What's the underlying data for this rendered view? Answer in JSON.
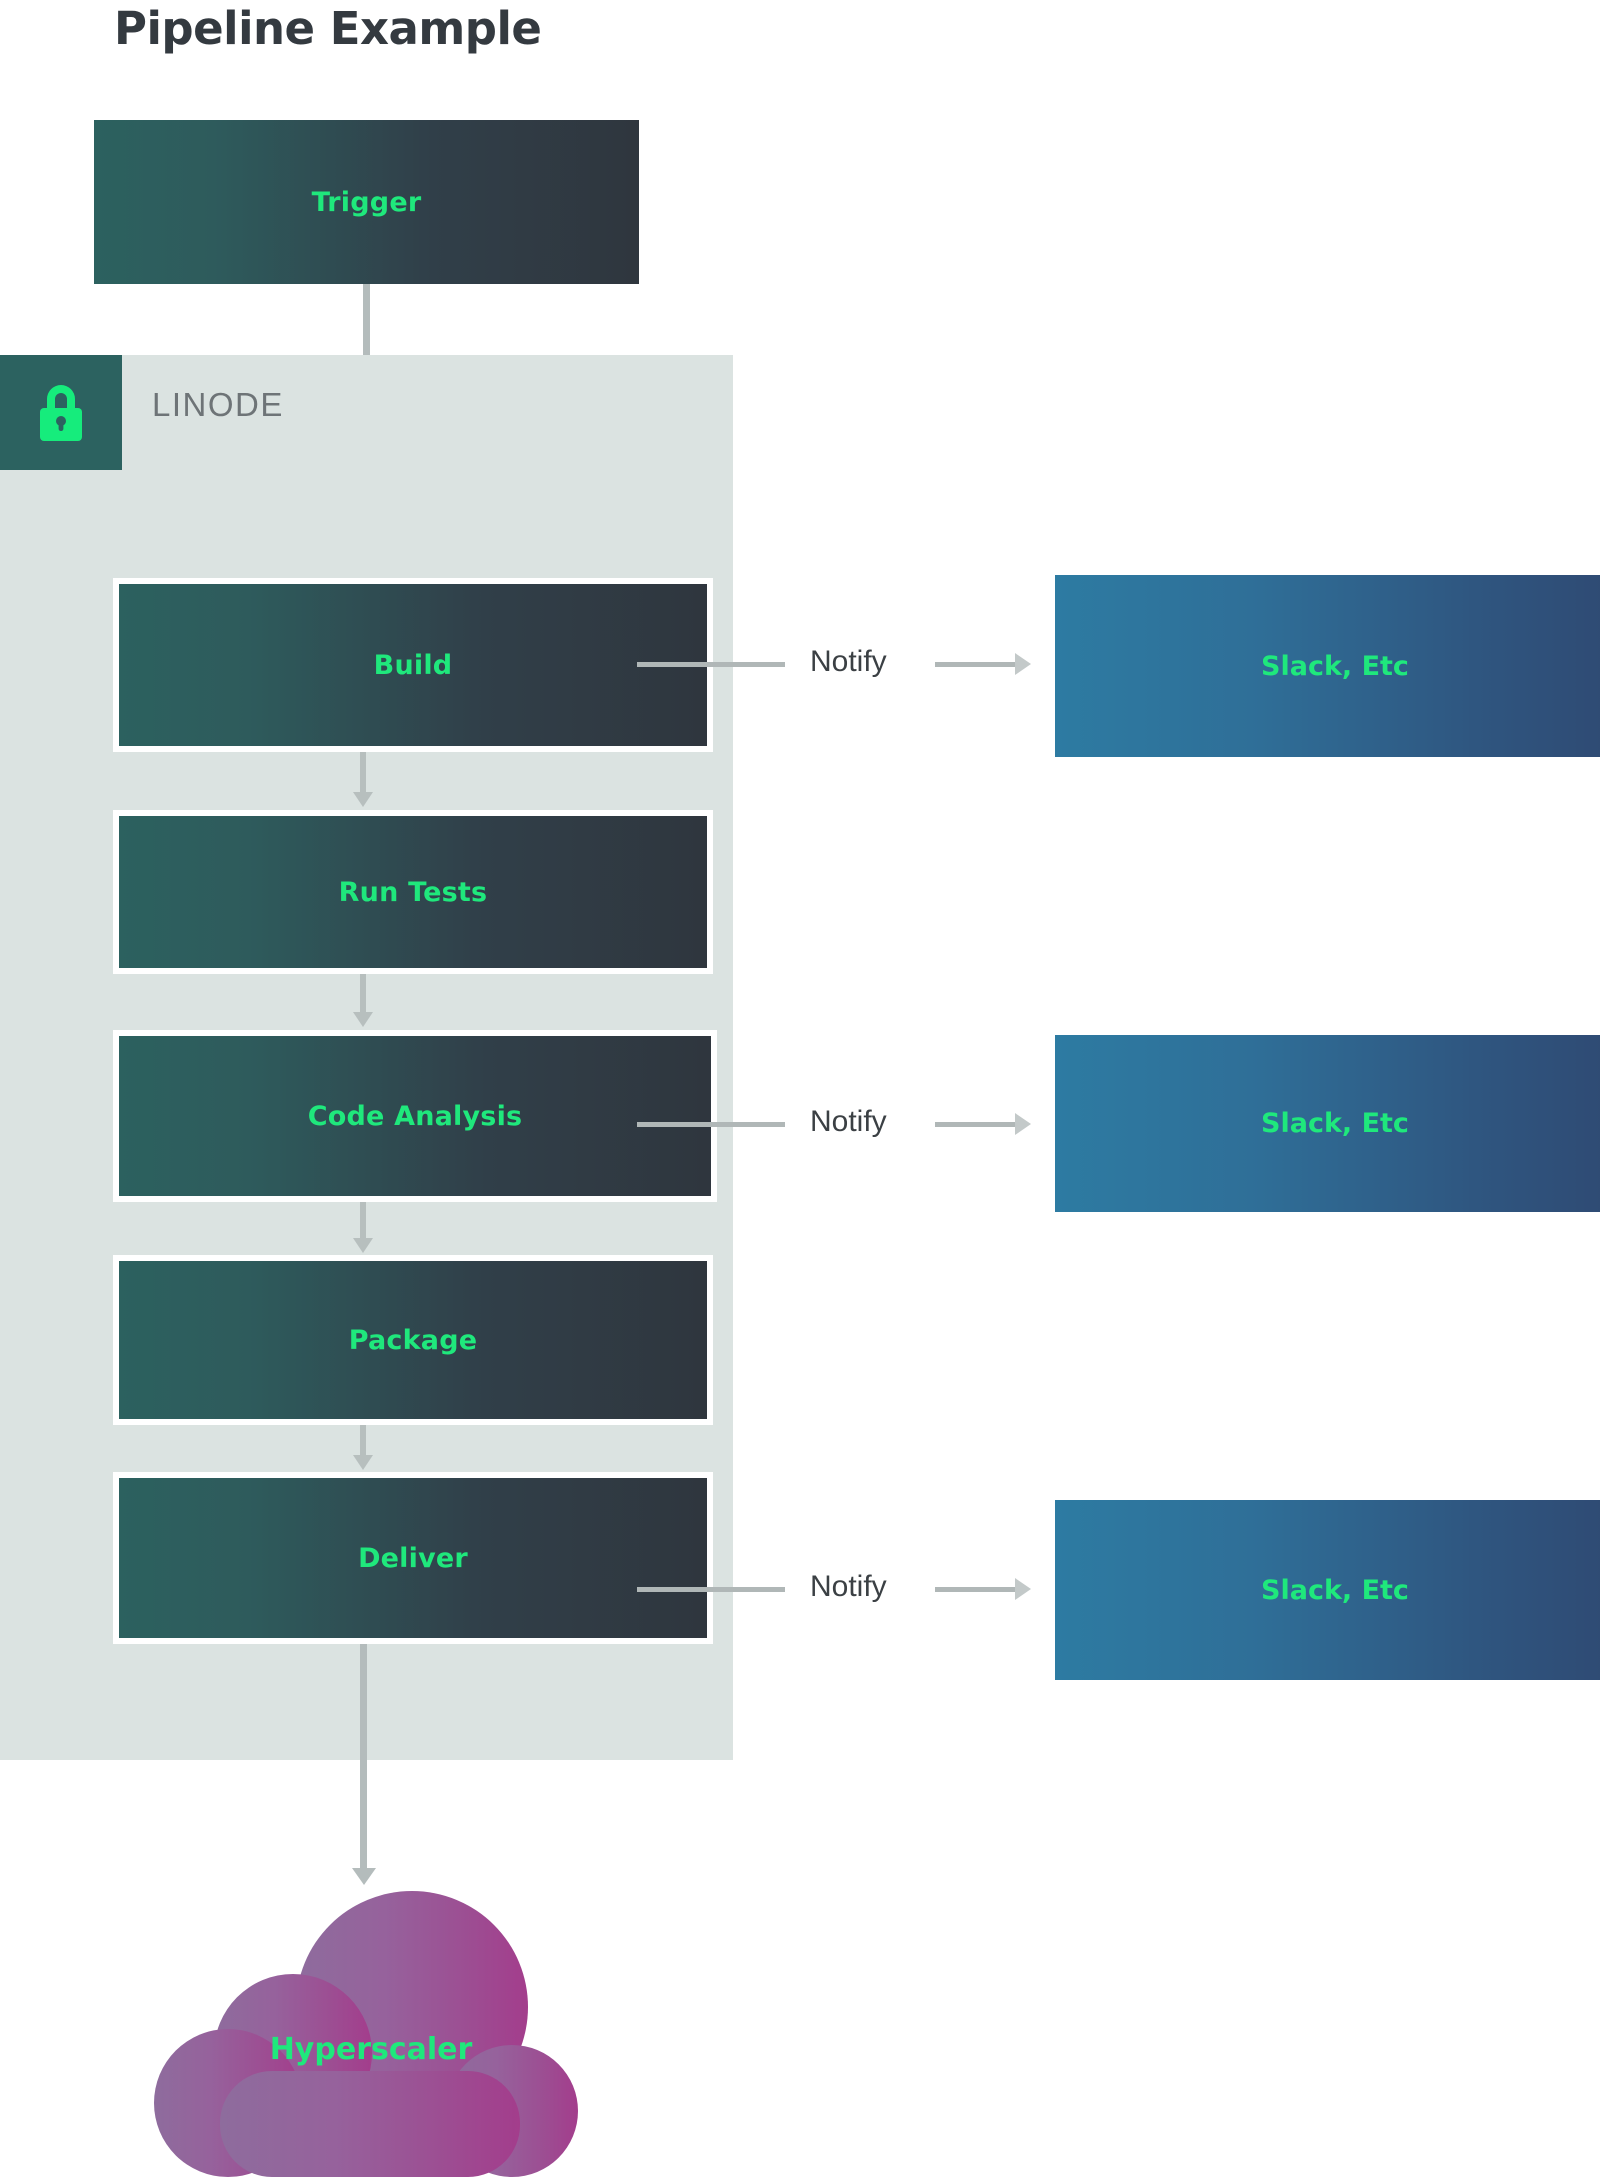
{
  "title": "Pipeline Example",
  "panel": {
    "label": "LINODE",
    "badge_icon": "lock-icon",
    "badge_color": "#2c6260",
    "panel_color": "#dbe3e1"
  },
  "colors": {
    "accent_green": "#1fe87c",
    "stage_gradient_start": "#2c615f",
    "stage_gradient_end": "#2f363e",
    "notify_gradient_start": "#2d7ba2",
    "notify_gradient_end": "#2f4a73",
    "cloud_gradient_start": "#8d6a9c",
    "cloud_gradient_end": "#a03f8e",
    "connector_gray": "#b4bcbc",
    "title_color": "#343a40",
    "panel_label_color": "#6e7477"
  },
  "nodes": {
    "trigger": "Trigger",
    "stages": [
      {
        "label": "Build"
      },
      {
        "label": "Run Tests"
      },
      {
        "label": "Code Analysis"
      },
      {
        "label": "Package"
      },
      {
        "label": "Deliver"
      }
    ],
    "cloud": "Hyperscaler"
  },
  "notifications": [
    {
      "edge_label": "Notify",
      "target": "Slack, Etc",
      "from": "Build"
    },
    {
      "edge_label": "Notify",
      "target": "Slack, Etc",
      "from": "Code Analysis"
    },
    {
      "edge_label": "Notify",
      "target": "Slack, Etc",
      "from": "Deliver"
    }
  ]
}
